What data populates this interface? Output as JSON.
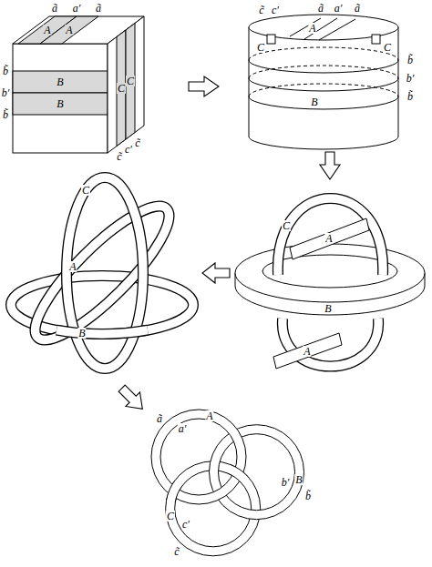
{
  "diagram": {
    "labels": [
      "ã",
      "a′",
      "ã",
      "A",
      "A",
      "b̃",
      "b′",
      "b̃",
      "B",
      "B",
      "C",
      "C",
      "c̃",
      "c′",
      "c̃",
      "c̃",
      "c′",
      "ã",
      "a′",
      "ã",
      "A",
      "C",
      "C",
      "b̃",
      "b′",
      "b̃",
      "B",
      "C",
      "A",
      "B",
      "A",
      "C",
      "A",
      "B",
      "ã",
      "A",
      "a′",
      "B",
      "b′",
      "b̃",
      "C",
      "c′",
      "c̃"
    ]
  }
}
